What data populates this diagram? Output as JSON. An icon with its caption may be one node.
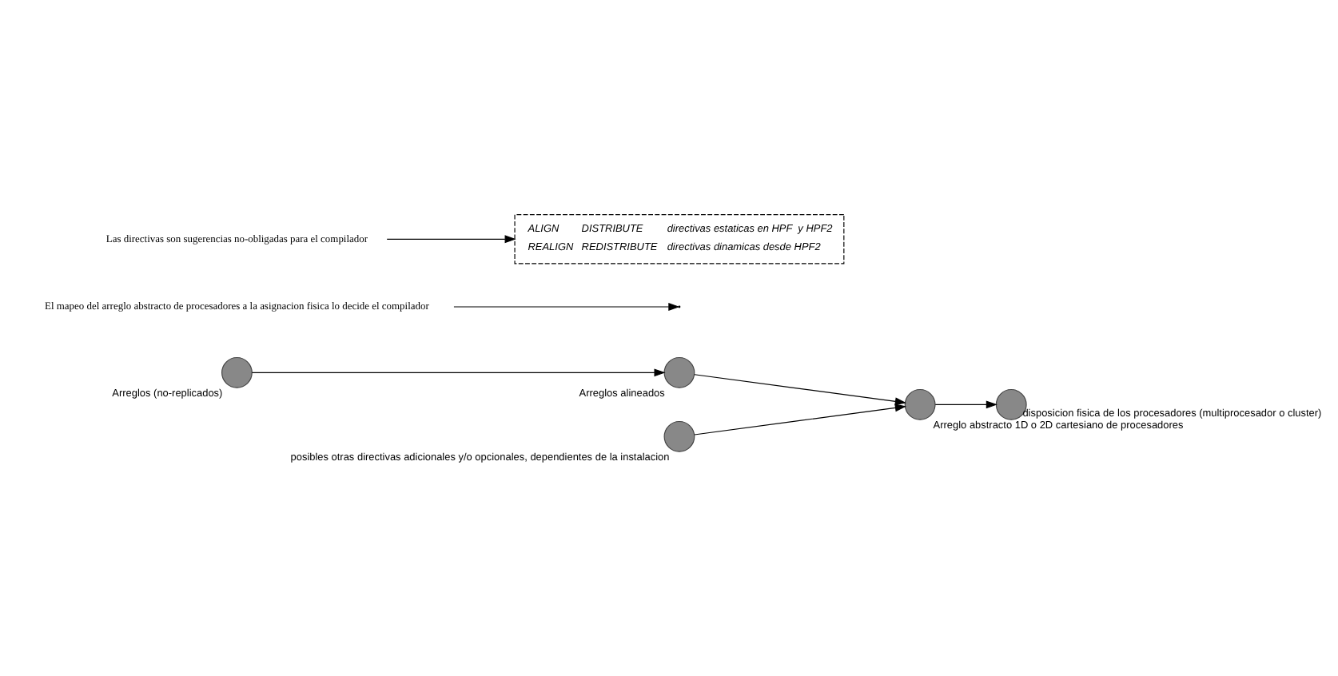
{
  "diagram": {
    "nodes": [
      {
        "text": [],
        "shape": "circle",
        "beside": [
          "Arreglos (no-replicados)"
        ]
      },
      {
        "text": [],
        "shape": "circle",
        "beside": [
          "Arreglos alineados"
        ]
      },
      {
        "text": [],
        "shape": "circle",
        "beside": [
          "Arreglo abstracto 1D o 2D cartesiano de procesadores"
        ]
      },
      {
        "text": [],
        "shape": "circle",
        "beside": [
          "disposicion fisica de los procesadores (multiprocesador o cluster)"
        ]
      },
      {
        "text": [
          "El mapeo del arreglo abstracto de procesadores a la asignacion fisica lo decide el compilador"
        ]
      },
      {
        "text": [
          "ALIGN",
          "DISTRIBUTE",
          "directivas estaticas en HPF  y HPF2",
          "REALIGN",
          "REDISTRIBUTE",
          "directivas dinamicas desde HPF2"
        ]
      },
      {
        "text": [
          "Las directivas son sugerencias no-obligadas para el compilador"
        ]
      },
      {
        "text": [],
        "shape": "circle",
        "beside": [
          "posibles otras directivas adicionales y/o opcionales, dependientes de la instalacion"
        ]
      }
    ],
    "edges": [
      {
        "from": 0,
        "to": 1,
        "arrow": "to"
      },
      {
        "from": 1,
        "to": 2,
        "arrow": "to"
      },
      {
        "from": 2,
        "to": 3,
        "arrow": "to"
      },
      {
        "from": 7,
        "to": 2,
        "arrow": "to"
      },
      {
        "from": 4,
        "to": null,
        "arrow": "to"
      },
      {
        "from": 6,
        "to": 5,
        "arrow": "to"
      }
    ]
  }
}
